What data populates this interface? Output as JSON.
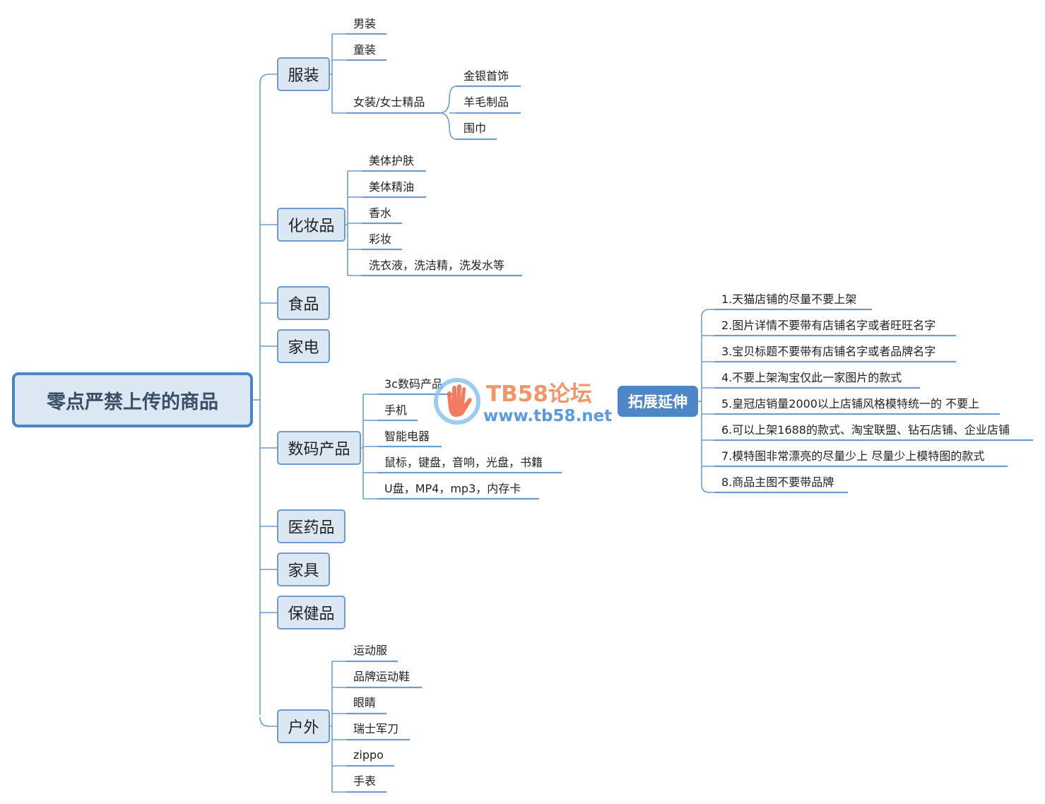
{
  "root": {
    "label": "零点严禁上传的商品"
  },
  "categories": [
    {
      "label": "服装",
      "children": [
        {
          "label": "男装"
        },
        {
          "label": "童装"
        },
        {
          "label": "女装/女士精品",
          "children": [
            {
              "label": "金银首饰"
            },
            {
              "label": "羊毛制品"
            },
            {
              "label": "围巾"
            }
          ]
        }
      ]
    },
    {
      "label": "化妆品",
      "children": [
        {
          "label": "美体护肤"
        },
        {
          "label": "美体精油"
        },
        {
          "label": "香水"
        },
        {
          "label": "彩妆"
        },
        {
          "label": "洗衣液，洗洁精，洗发水等"
        }
      ]
    },
    {
      "label": "食品"
    },
    {
      "label": "家电"
    },
    {
      "label": "数码产品",
      "children": [
        {
          "label": "3c数码产品"
        },
        {
          "label": "手机"
        },
        {
          "label": "智能电器"
        },
        {
          "label": "鼠标，键盘，音响，光盘，书籍"
        },
        {
          "label": "U盘，MP4，mp3，内存卡"
        }
      ]
    },
    {
      "label": "医药品"
    },
    {
      "label": "家具"
    },
    {
      "label": "保健品"
    },
    {
      "label": "户外",
      "children": [
        {
          "label": "运动服"
        },
        {
          "label": "品牌运动鞋"
        },
        {
          "label": "眼睛"
        },
        {
          "label": "瑞士军刀"
        },
        {
          "label": "zippo"
        },
        {
          "label": "手表"
        }
      ]
    }
  ],
  "extension": {
    "label": "拓展延伸",
    "items": [
      "1.天猫店铺的尽量不要上架",
      "2.图片详情不要带有店铺名字或者旺旺名字",
      "3.宝贝标题不要带有店铺名字或者品牌名字",
      "4.不要上架淘宝仅此一家图片的款式",
      "5.皇冠店销量2000以上店铺风格模特统一的 不要上",
      "6.可以上架1688的款式、淘宝联盟、钻石店铺、企业店铺",
      "7.模特图非常漂亮的尽量少上 尽量少上模特图的款式",
      "8.商品主图不要带品牌"
    ]
  },
  "watermark": {
    "title": "TB58论坛",
    "url": "www.tb58.net"
  },
  "colors": {
    "line": "#6f9ccd",
    "node_fill": "#dce7f4",
    "root_border": "#4a86c7",
    "ext_fill": "#4f86c6"
  }
}
